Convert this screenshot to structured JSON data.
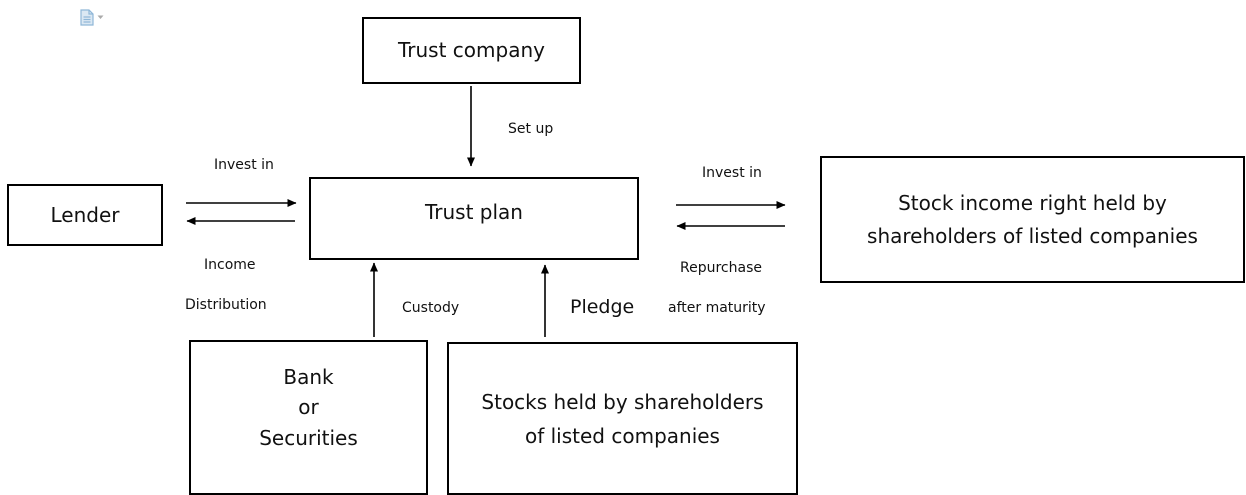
{
  "toolbar": {
    "icon": "document-paste-icon",
    "icon_color": "#8fb7d8"
  },
  "nodes": {
    "trust_company": "Trust company",
    "trust_plan": "Trust plan",
    "lender": "Lender",
    "stock_income": "Stock income right held by\nshareholders of listed companies",
    "bank": "Bank\nor\nSecurities",
    "stocks_held": "Stocks held by shareholders\nof listed companies"
  },
  "edges": {
    "set_up": "Set up",
    "invest_in_left": "Invest in",
    "income": "Income",
    "distribution": "Distribution",
    "invest_in_right": "Invest in",
    "repurchase": "Repurchase",
    "after_maturity": "after maturity",
    "custody": "Custody",
    "pledge": "Pledge"
  }
}
